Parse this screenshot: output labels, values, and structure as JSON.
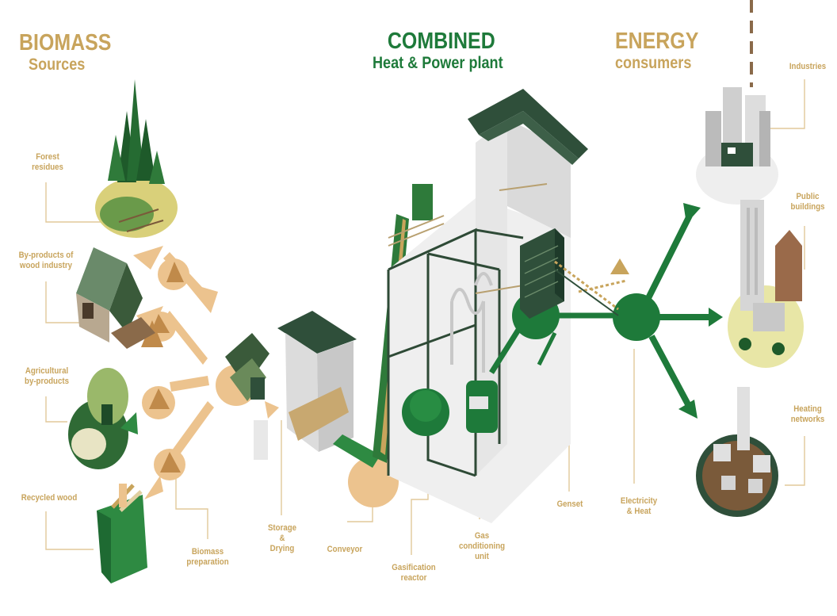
{
  "headings": {
    "biomass": {
      "title": "BIOMASS",
      "subtitle": "Sources"
    },
    "chp": {
      "title": "COMBINED",
      "subtitle": "Heat & Power plant"
    },
    "energy": {
      "title": "ENERGY",
      "subtitle": "consumers"
    }
  },
  "sources": {
    "forest": "Forest\nresidues",
    "wood_industry": "By-products of\nwood industry",
    "agricultural": "Agricultural\nby-products",
    "recycled": "Recycled wood"
  },
  "process": {
    "preparation": "Biomass\npreparation",
    "storage": "Storage\n&\nDrying",
    "conveyor": "Conveyor",
    "gasification": "Gasification\nreactor",
    "gas_conditioning": "Gas\nconditioning\nunit",
    "genset": "Genset",
    "electricity": "Electricity\n& Heat"
  },
  "consumers": {
    "industries": "Industries",
    "public": "Public\nbuildings",
    "heating": "Heating\nnetworks"
  },
  "colors": {
    "tan": "#c8a45c",
    "green": "#1e7a3a",
    "dark_green": "#2f4f3a",
    "peach": "#ecc38e"
  }
}
